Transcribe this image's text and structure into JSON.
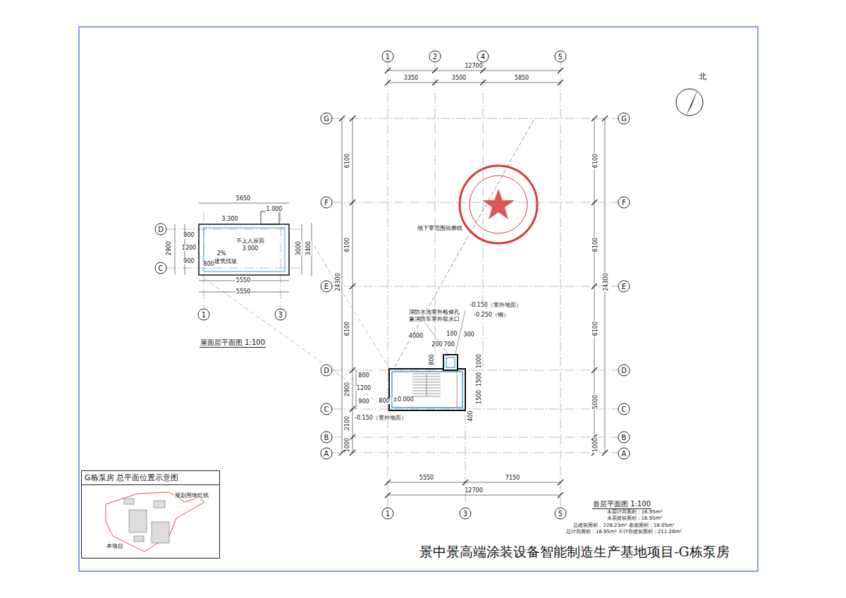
{
  "diagram": {
    "title": "景中景高端涂装设备智能制造生产基地项目-G栋泵房",
    "nodes": [
      {
        "text": [
          "G栋泵房 总平面位置示意图"
        ]
      }
    ],
    "labels": [
      "1",
      "2",
      "4",
      "5",
      "12700",
      "3350",
      "3500",
      "5850",
      "G",
      "F",
      "E",
      "D",
      "C",
      "B",
      "A",
      "G",
      "F",
      "E",
      "D",
      "C",
      "B",
      "A",
      "24300",
      "6100",
      "6100",
      "6100",
      "2900",
      "2100",
      "1000",
      "800",
      "1200",
      "900",
      "24300",
      "6100",
      "6100",
      "6100",
      "5000",
      "1000",
      "5550",
      "7150",
      "12700",
      "1",
      "3",
      "5",
      "地下室范围轮廓线",
      "消防水池室外检修孔",
      "兼消防车室外取水口",
      "-0.150（室外地面）",
      "-0.250（钢）",
      "4000",
      "100",
      "300",
      "200",
      "700",
      "800",
      "1000",
      "1500",
      "1500",
      "400",
      "±0.000",
      "800",
      "-0.150（室外地面）",
      "5650",
      "3.300",
      "1.000",
      "D",
      "C",
      "2900",
      "800",
      "1200",
      "900",
      "不上人屋面",
      "3.000",
      "2%",
      "建筑找坡",
      "800",
      "3000",
      "3400",
      "5550",
      "5550",
      "1",
      "3",
      "屋面层平面图 1:100",
      "首层平面图 1:100",
      "本层计容面积：16.95m²",
      "本层建筑面积：16.95m²",
      "总建筑面积：228.23m²  基底面积：18.05m²",
      "总计容面积：16.95m²  不计容建筑面积：211.28m²",
      "北",
      "规划用地红线",
      "本项目"
    ]
  }
}
